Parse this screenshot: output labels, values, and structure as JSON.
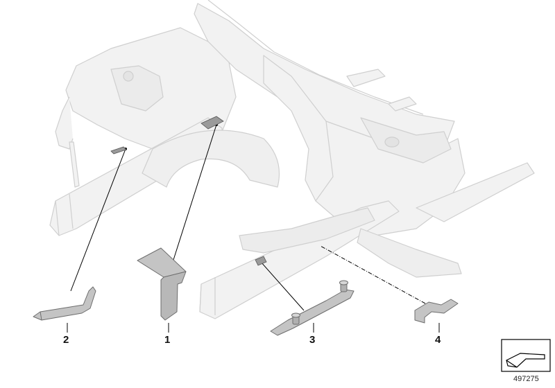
{
  "diagram": {
    "callouts": [
      {
        "id": "part-1",
        "label": "1"
      },
      {
        "id": "part-2",
        "label": "2"
      },
      {
        "id": "part-3",
        "label": "3"
      },
      {
        "id": "part-4",
        "label": "4"
      }
    ],
    "reference_number": "497275",
    "icon": "direction-arrow-icon",
    "colors": {
      "body_fill": "#f2f2f2",
      "body_stroke": "#cfcfcf",
      "part_fill": "#c4c4c4",
      "part_stroke": "#6d6d6d",
      "leader": "#000000"
    }
  }
}
